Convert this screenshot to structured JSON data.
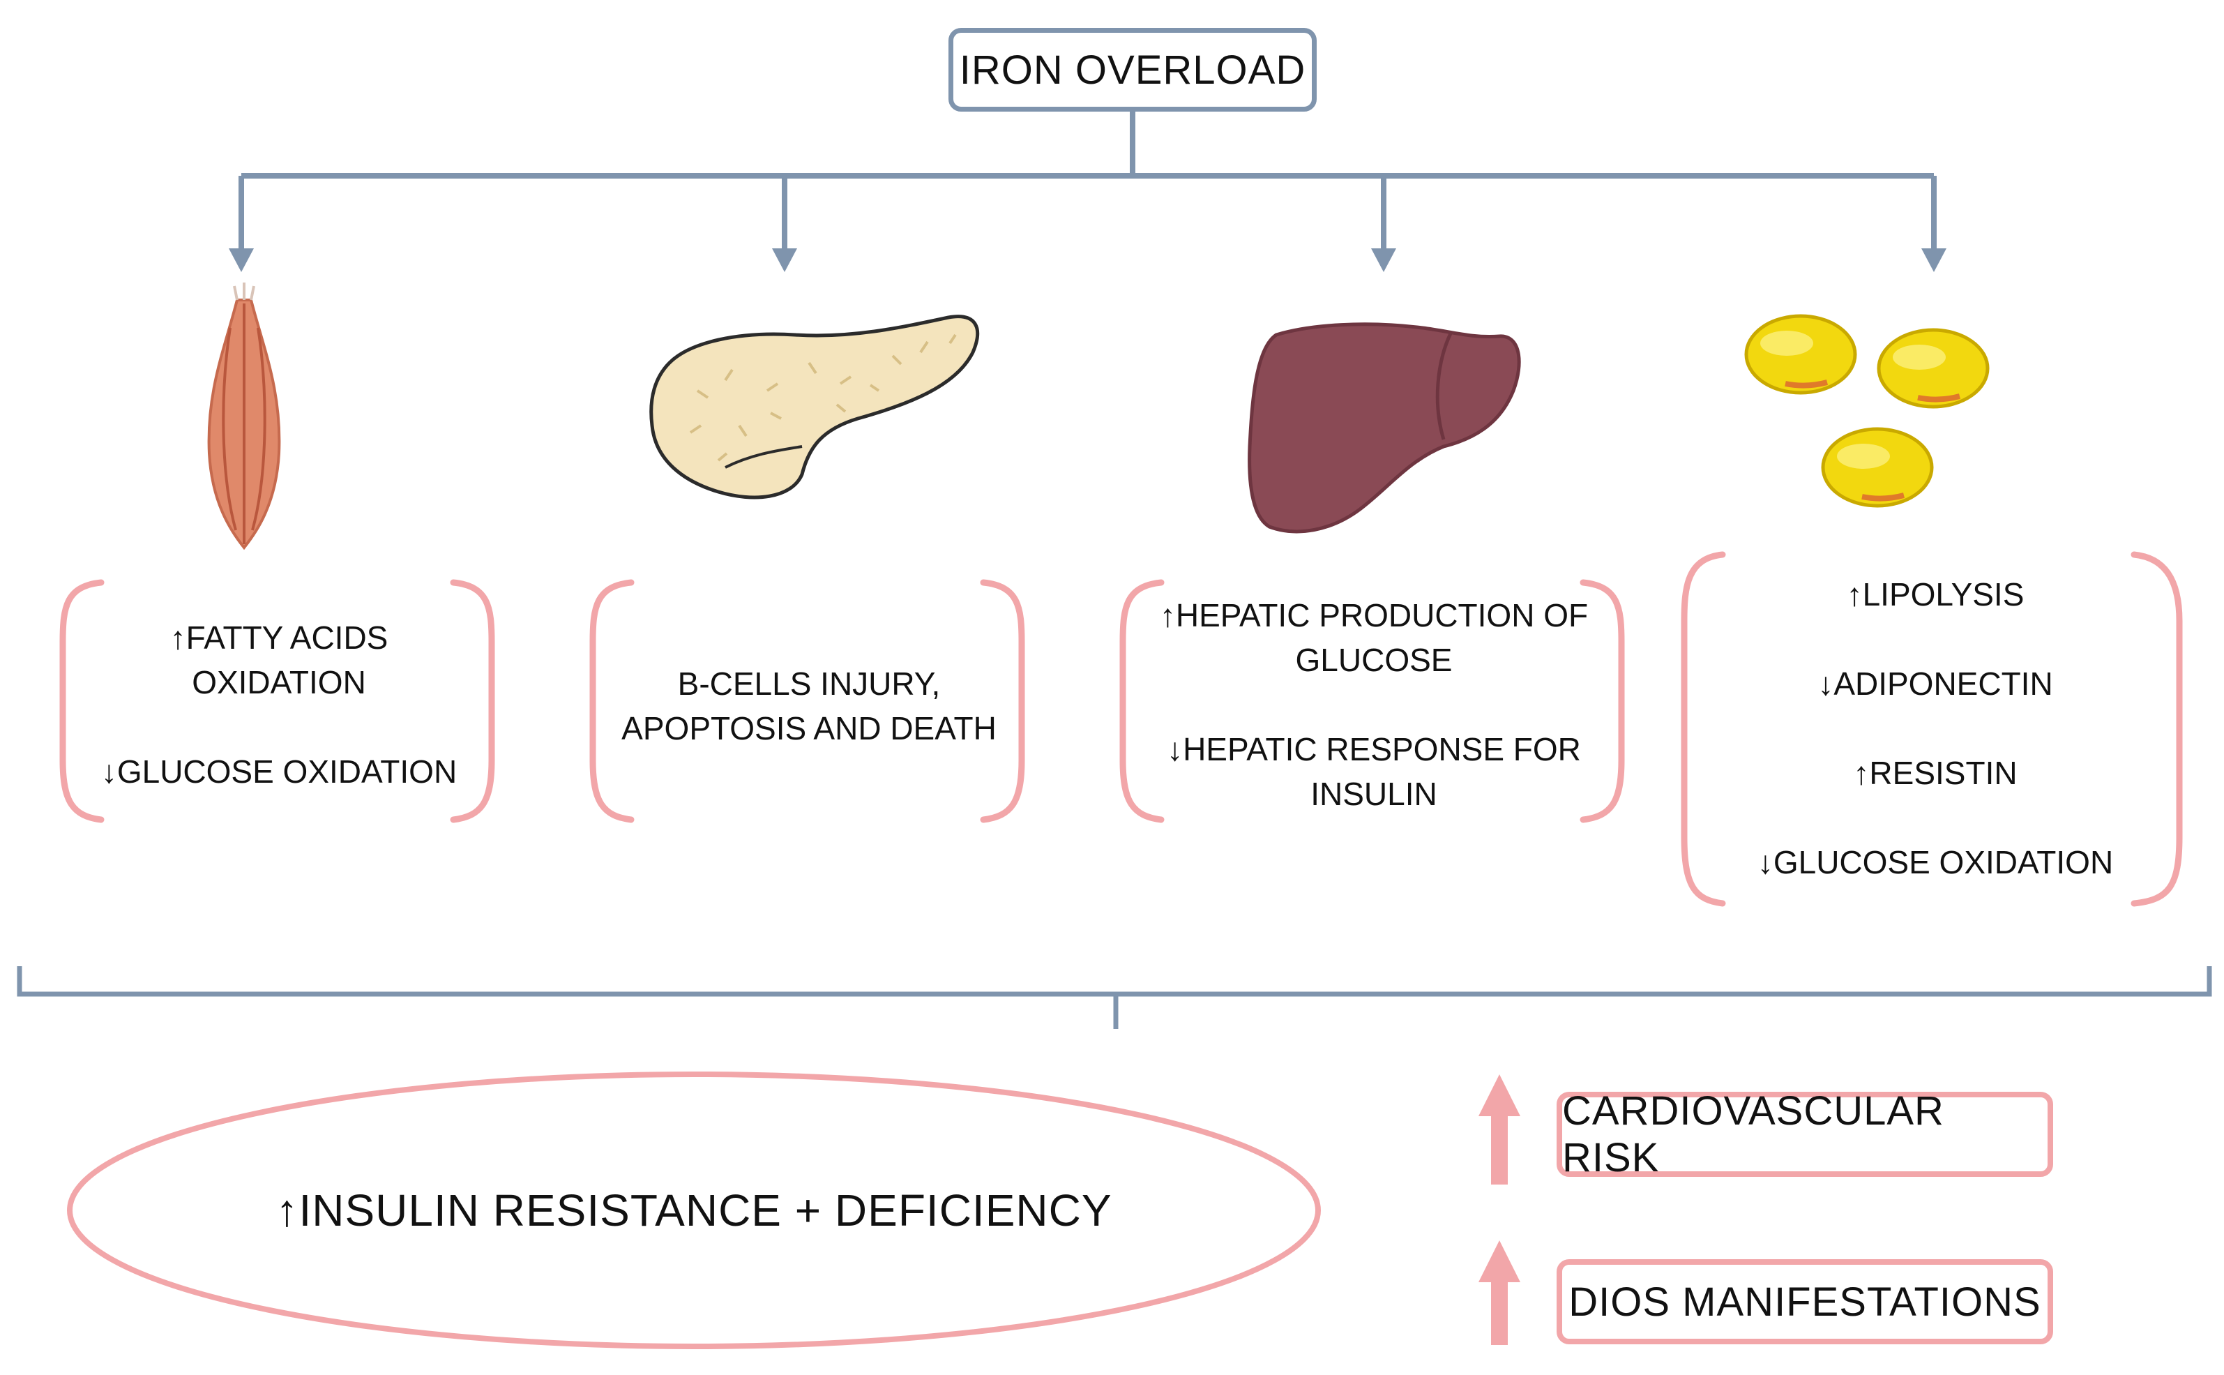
{
  "title": "IRON OVERLOAD",
  "organs": [
    {
      "name": "muscle",
      "icon": "muscle-icon",
      "effects": [
        {
          "arrow": "↑",
          "text": "FATTY ACIDS"
        },
        {
          "arrow": "",
          "text": "OXIDATION"
        },
        {
          "arrow": "",
          "text": ""
        },
        {
          "arrow": "↓",
          "text": "GLUCOSE OXIDATION"
        }
      ]
    },
    {
      "name": "pancreas",
      "icon": "pancreas-icon",
      "effects": [
        {
          "arrow": "",
          "text": "B-CELLS INJURY,"
        },
        {
          "arrow": "",
          "text": "APOPTOSIS AND DEATH"
        }
      ]
    },
    {
      "name": "liver",
      "icon": "liver-icon",
      "effects": [
        {
          "arrow": "↑",
          "text": "HEPATIC PRODUCTION OF"
        },
        {
          "arrow": "",
          "text": "GLUCOSE"
        },
        {
          "arrow": "",
          "text": ""
        },
        {
          "arrow": "↓",
          "text": "HEPATIC RESPONSE FOR"
        },
        {
          "arrow": "",
          "text": "INSULIN"
        }
      ]
    },
    {
      "name": "adipose",
      "icon": "fat-cells-icon",
      "effects": [
        {
          "arrow": "↑",
          "text": "LIPOLYSIS"
        },
        {
          "arrow": "",
          "text": ""
        },
        {
          "arrow": "↓",
          "text": "ADIPONECTIN"
        },
        {
          "arrow": "",
          "text": ""
        },
        {
          "arrow": "↑",
          "text": "RESISTIN"
        },
        {
          "arrow": "",
          "text": ""
        },
        {
          "arrow": "↓",
          "text": "GLUCOSE OXIDATION"
        }
      ]
    }
  ],
  "outcome": {
    "arrow": "↑",
    "text": "INSULIN RESISTANCE + DEFICIENCY"
  },
  "consequences": [
    {
      "label": "CARDIOVASCULAR RISK"
    },
    {
      "label": "DIOS MANIFESTATIONS"
    }
  ],
  "colors": {
    "connector": "#7f94ad",
    "bracket": "#f2a6a9",
    "muscle": "#e0896a",
    "pancreas": "#f4e4bd",
    "liver": "#8a4a55",
    "fat": "#f2d80f"
  }
}
